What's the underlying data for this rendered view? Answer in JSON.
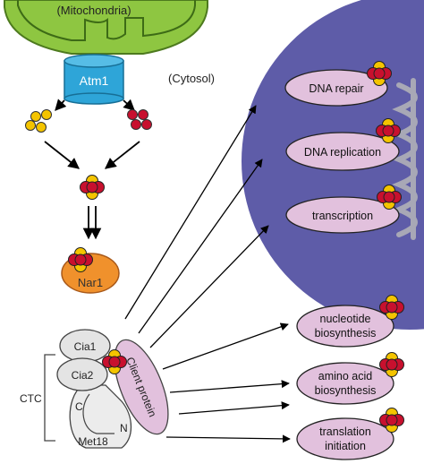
{
  "labels": {
    "mitochondria": "(Mitochondria)",
    "atm1": "Atm1",
    "cytosol": "(Cytosol)",
    "nar1": "Nar1",
    "cia1": "Cia1",
    "cia2": "Cia2",
    "c_terminus": "C",
    "n_terminus": "N",
    "met18": "Met18",
    "ctc": "CTC",
    "client_protein": "Client protein"
  },
  "nuclear_processes": [
    "DNA repair",
    "DNA replication",
    "transcription"
  ],
  "cytosolic_processes": [
    [
      "nucleotide",
      "biosynthesis"
    ],
    [
      "amino acid",
      "biosynthesis"
    ],
    [
      "translation",
      "initiation"
    ]
  ],
  "colors": {
    "mitochondria_fill": "#8ec641",
    "transporter": "#2ea5d8",
    "nucleus": "#5e5ca8",
    "process_fill": "#e2c1dd",
    "client_fill": "#e2c1dd",
    "nar1_fill": "#f0912c",
    "cia_fill": "#e4e4e4",
    "cluster_red": "#c8102e",
    "cluster_yellow": "#f4c400",
    "dna": "#a8a8b6"
  }
}
